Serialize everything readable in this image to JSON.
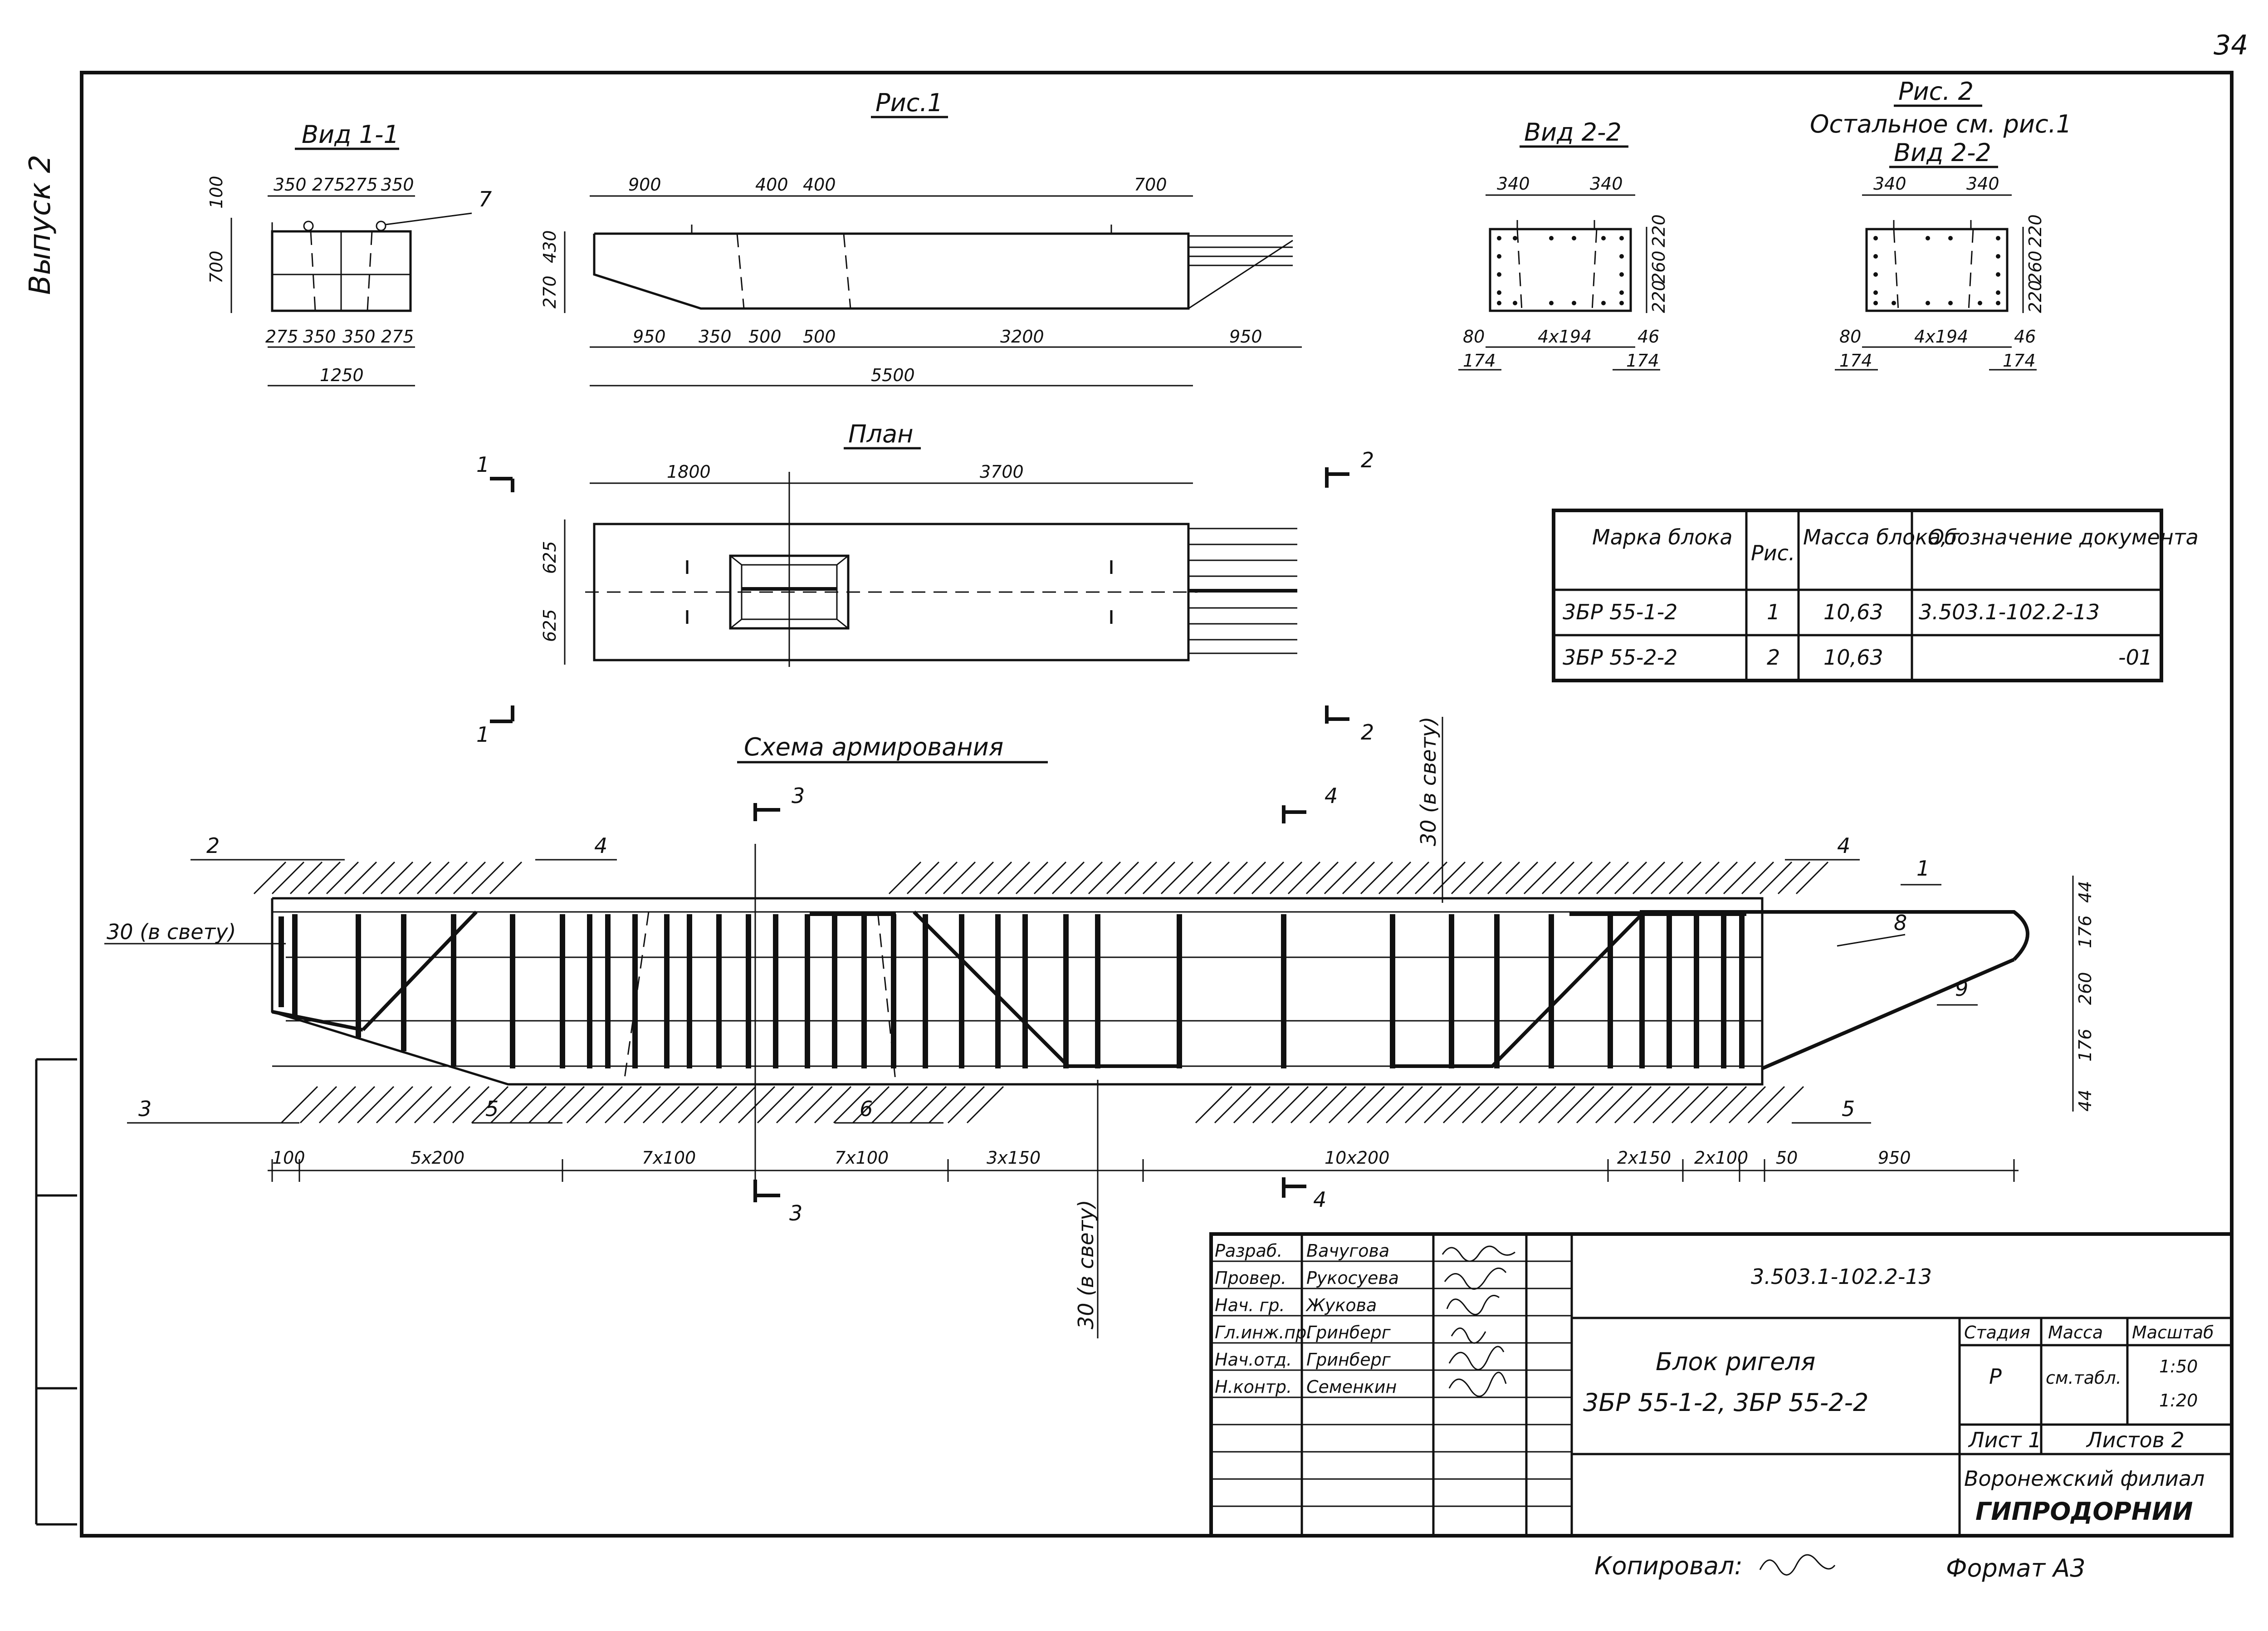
{
  "page_number": "34",
  "side_label": "Выпуск 2",
  "fig1": {
    "title": "Рис.1",
    "view11": {
      "title": "Вид 1-1",
      "top_dims": [
        "350",
        "275",
        "275",
        "350"
      ],
      "bottom_dims": [
        "275",
        "350",
        "350",
        "275"
      ],
      "total": "1250",
      "left_dims": [
        "100",
        "700"
      ],
      "callout": "7"
    },
    "elevation": {
      "top_dims": [
        "900",
        "400",
        "400",
        "700"
      ],
      "bottom_dims": [
        "950",
        "350",
        "500",
        "500",
        "3200",
        "950"
      ],
      "total": "5500",
      "left_dims": [
        "270",
        "430"
      ]
    },
    "plan": {
      "title": "План",
      "top_dims": [
        "1800",
        "3700"
      ],
      "left_dims": [
        "625",
        "625"
      ],
      "sections": [
        "1",
        "1",
        "2",
        "2"
      ]
    }
  },
  "view22a": {
    "title": "Вид 2-2",
    "top_dims": [
      "340",
      "340"
    ],
    "right_dims": [
      "220",
      "260",
      "220"
    ],
    "bottom_dims": [
      "80",
      "4x194",
      "46"
    ],
    "bottom2_dims": [
      "174",
      "174"
    ]
  },
  "fig2": {
    "title": "Рис. 2",
    "note": "Остальное см. рис.1",
    "view_title": "Вид 2-2",
    "top_dims": [
      "340",
      "340"
    ],
    "right_dims": [
      "220",
      "260",
      "220"
    ],
    "bottom_dims": [
      "80",
      "4x194",
      "46"
    ],
    "bottom2_dims": [
      "174",
      "174"
    ]
  },
  "table": {
    "headers": [
      "Марка блока",
      "Рис.",
      "Масса блока,т",
      "Обозначение документа"
    ],
    "rows": [
      [
        "3БР 55-1-2",
        "1",
        "10,63",
        "3.503.1-102.2-13"
      ],
      [
        "3БР 55-2-2",
        "2",
        "10,63",
        "-01"
      ]
    ]
  },
  "scheme": {
    "title": "Схема армирования",
    "clear_label": "30 (в свету)",
    "clear_label_top": "30 (в свету)",
    "clear_label_bottom": "30 (в свету)",
    "callouts": [
      "1",
      "2",
      "3",
      "4",
      "4",
      "5",
      "5",
      "6",
      "8",
      "9"
    ],
    "sections": [
      "3",
      "3",
      "4",
      "4"
    ],
    "right_dims": [
      "44",
      "176",
      "260",
      "176",
      "44"
    ],
    "bottom_dims": [
      "100",
      "5x200",
      "7x100",
      "7x100",
      "3x150",
      "10x200",
      "2x150",
      "2x100",
      "50",
      "950"
    ]
  },
  "title_block": {
    "code": "3.503.1-102.2-13",
    "roles": [
      "Разраб.",
      "Провер.",
      "Нач. гр.",
      "Гл.инж.пр.",
      "Нач.отд.",
      "Н.контр."
    ],
    "names": [
      "Вачугова",
      "Рукосуева",
      "Жукова",
      "Гринберг",
      "Гринберг",
      "Семенкин"
    ],
    "title_line1": "Блок ригеля",
    "title_line2": "3БР 55-1-2, 3БР 55-2-2",
    "stage_header": "Стадия",
    "mass_header": "Масса",
    "scale_header": "Масштаб",
    "stage": "Р",
    "mass": "см.табл.",
    "scale1": "1:50",
    "scale2": "1:20",
    "sheet": "Лист 1",
    "sheets": "Листов 2",
    "org_line1": "Воронежский филиал",
    "org_line2": "ГИПРОДОРНИИ"
  },
  "footer": {
    "copied": "Копировал:",
    "format": "Формат А3"
  }
}
